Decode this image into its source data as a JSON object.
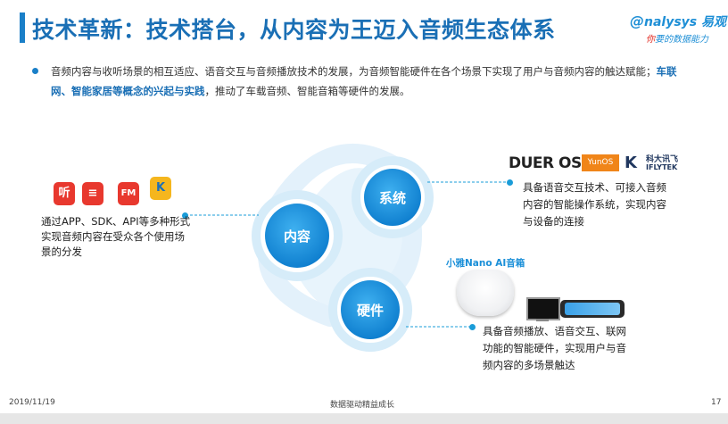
{
  "header": {
    "title": "技术革新：技术搭台，从内容为王迈入音频生态体系",
    "logo_text": "nalysys 易观",
    "logo_tagline_red": "你",
    "logo_tagline": "要的数据能力"
  },
  "intro": {
    "text_part1": "音频内容与收听场景的相互适应、语音交互与音频播放技术的发展，为音频智能硬件在各个场景下实现了用户与音频内容的触达赋能；",
    "highlight": "车联网、智能家居等概念的兴起与实践",
    "text_part2": "，推动了车载音频、智能音箱等硬件的发展。"
  },
  "nodes": {
    "content": "内容",
    "system": "系统",
    "hardware": "硬件"
  },
  "left_panel": {
    "icons": [
      "tingshu-app-icon",
      "xiami-app-icon",
      "fm-app-icon",
      "kaishu-app-icon"
    ],
    "icon_glyphs": [
      "听",
      "≡",
      "FM",
      "K"
    ],
    "text": "通过APP、SDK、API等多种形式实现音频内容在受众各个使用场景的分发"
  },
  "right_top": {
    "brands": [
      "DUER OS",
      "YunOS",
      "科大讯飞",
      "IFLYTEK"
    ],
    "text": "具备语音交互技术、可接入音频内容的智能操作系统，实现内容与设备的连接"
  },
  "right_bottom": {
    "device_label": "小雅Nano AI音箱",
    "text": "具备音频播放、语音交互、联网功能的智能硬件，实现用户与音频内容的多场景触达"
  },
  "footer": {
    "date": "2019/11/19",
    "tagline": "数据驱动精益成长",
    "page": "17"
  },
  "colors": {
    "title_blue": "#1a6fb5",
    "node_blue": "#1e8fd6",
    "ring_light": "#d6ecf9"
  }
}
